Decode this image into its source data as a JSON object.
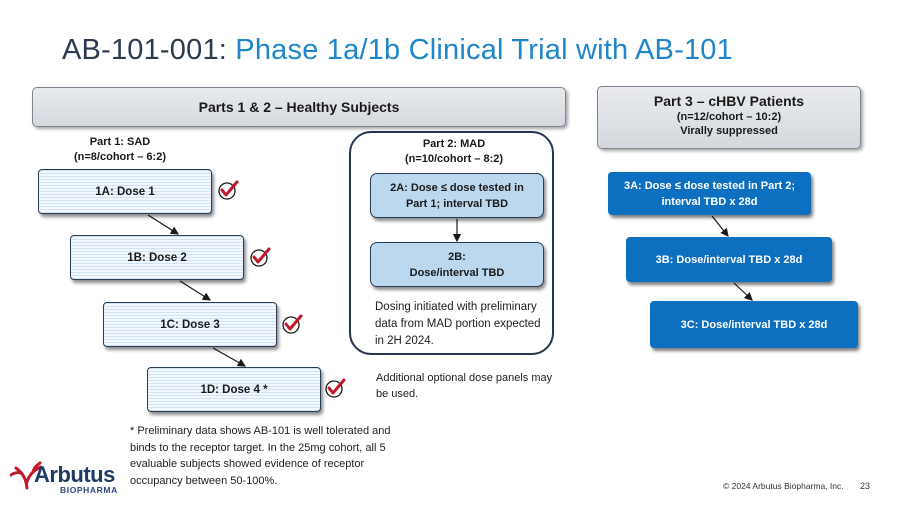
{
  "title": {
    "prefix": "AB-101-001:",
    "main": "Phase 1a/1b Clinical Trial with AB-101"
  },
  "banner_parts12": "Parts 1 & 2 – Healthy Subjects",
  "part3_banner": {
    "title": "Part 3 – cHBV Patients",
    "cohort": "(n=12/cohort – 10:2)",
    "status": "Virally suppressed"
  },
  "part1": {
    "header_line1": "Part 1: SAD",
    "header_line2": "(n=8/cohort – 6:2)",
    "doses": [
      "1A: Dose 1",
      "1B: Dose 2",
      "1C: Dose 3",
      "1D: Dose 4 *"
    ]
  },
  "part2": {
    "header_line1": "Part 2: MAD",
    "header_line2": "(n=10/cohort – 8:2)",
    "box_2a_line1": "2A: Dose ≤ dose tested in",
    "box_2a_line2": "Part 1; interval TBD",
    "box_2b_line1": "2B:",
    "box_2b_line2": "Dose/interval TBD",
    "note": "Dosing initiated with preliminary data from MAD portion expected in 2H 2024."
  },
  "part3": {
    "box_3a_line1": "3A: Dose ≤ dose tested in Part 2;",
    "box_3a_line2": "interval TBD x 28d",
    "box_3b": "3B: Dose/interval TBD x 28d",
    "box_3c": "3C: Dose/interval TBD x 28d"
  },
  "optional_note": "Additional optional dose panels may be used.",
  "footnote": "* Preliminary data shows AB-101 is well tolerated and binds to the receptor target. In the 25mg cohort, all 5 evaluable subjects showed evidence of receptor occupancy between 50-100%.",
  "logo": {
    "name": "Arbutus",
    "sub": "BIOPHARMA"
  },
  "copyright": "© 2024 Arbutus Biopharma, Inc.",
  "page_number": "23",
  "colors": {
    "accent": "#1f86c9",
    "part3_box": "#0d6fc0",
    "check_red": "#c0182b"
  },
  "icons": [
    "check-icon",
    "arrow-icon",
    "logo-tree-icon"
  ]
}
